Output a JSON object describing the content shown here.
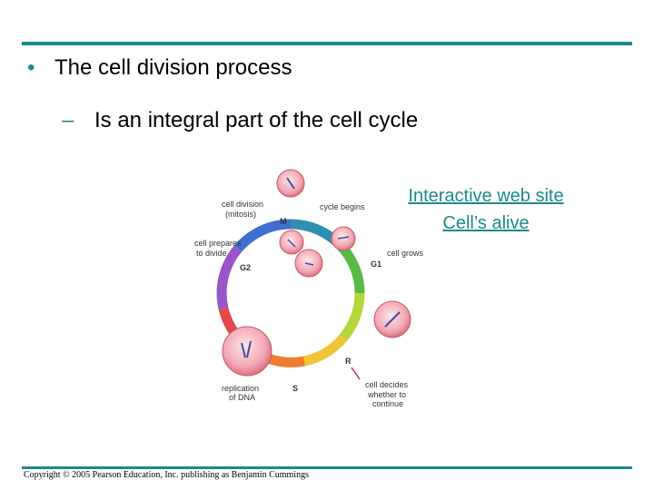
{
  "colors": {
    "rule": "#1c8a8a",
    "link": "#1c8a8a"
  },
  "slide": {
    "bullet_mark": "•",
    "bullet": "The cell division process",
    "sub_mark": "–",
    "sub_bullet": "Is an integral part of the cell cycle",
    "links": [
      "Interactive web site",
      "Cell’s alive"
    ],
    "copyright": "Copyright © 2005 Pearson Education, Inc. publishing as Benjamin Cummings"
  },
  "figure": {
    "labels": {
      "cell_division": "cell division",
      "mitosis": "(mitosis)",
      "cycle_begins": "cycle begins",
      "prepares_1": "cell prepares",
      "prepares_2": "to divide",
      "cell_grows": "cell grows",
      "replication_1": "replication",
      "replication_2": "of DNA",
      "decides_1": "cell decides",
      "decides_2": "whether to",
      "decides_3": "continue"
    },
    "phases": {
      "m": "M",
      "g1": "G1",
      "g2": "G2",
      "s": "S",
      "r": "R"
    }
  }
}
